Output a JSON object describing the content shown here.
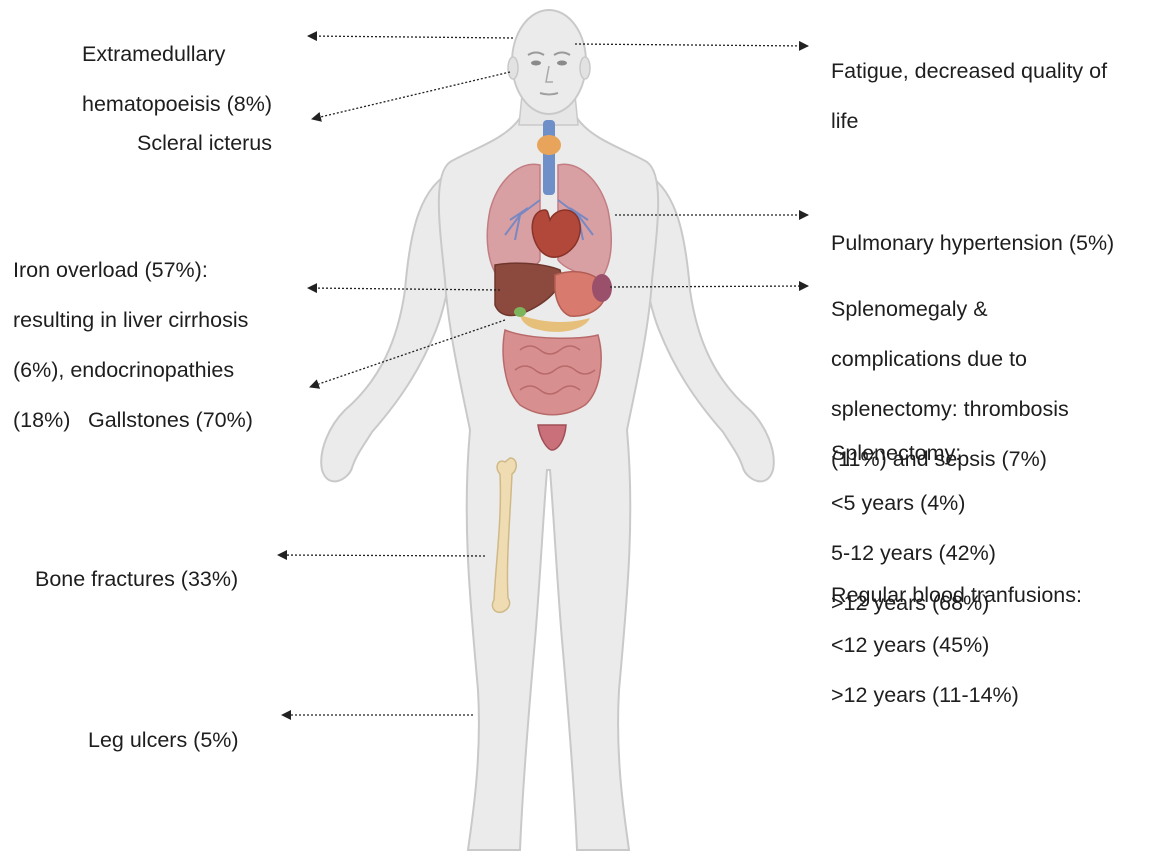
{
  "labels": {
    "extramedullary": [
      "Extramedullary",
      "hematopoeisis (8%)"
    ],
    "scleral": [
      "Scleral icterus"
    ],
    "iron": [
      "Iron overload (57%):",
      "resulting in liver cirrhosis",
      "(6%), endocrinopathies",
      "(18%)"
    ],
    "gallstones": [
      "Gallstones (70%)"
    ],
    "bone": [
      "Bone fractures (33%)"
    ],
    "leg": [
      "Leg ulcers (5%)"
    ],
    "fatigue": [
      "Fatigue, decreased quality of",
      "life"
    ],
    "pulmonary": [
      "Pulmonary hypertension (5%)"
    ],
    "splenomegaly": [
      "Splenomegaly &",
      "complications due to",
      "splenectomy: thrombosis",
      "(11%) and sepsis (7%)"
    ],
    "splenectomy": [
      "Splenectomy:",
      "<5 years (4%)",
      "5-12 years (42%)",
      ">12 years (68%)"
    ],
    "transfusions": [
      "Regular blood tranfusions:",
      "<12 years (45%)",
      ">12 years (11-14%)"
    ]
  },
  "colors": {
    "skin": "#ebebeb",
    "skin_outline": "#c9c9c9",
    "lungs": "#d9a0a4",
    "liver": "#8c4a3e",
    "intestine": "#d88f8f",
    "trachea": "#6f8fc9",
    "thyroid": "#e8a45a",
    "bone": "#efdcb3",
    "arrow": "#222222"
  }
}
